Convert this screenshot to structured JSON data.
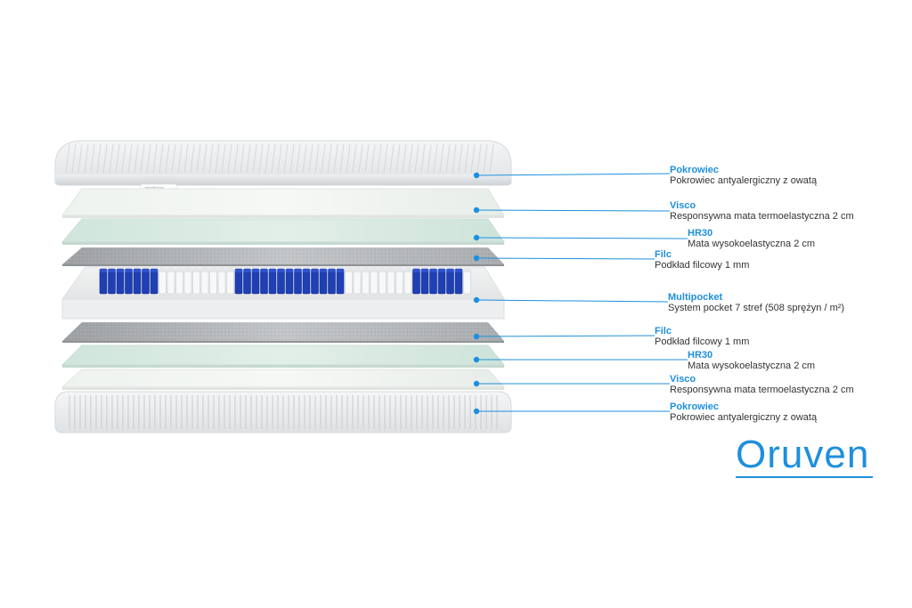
{
  "colors": {
    "accent": "#1e8fdc",
    "text": "#333333",
    "pocket_blue": "#1f3fb4"
  },
  "cover_tag": "matinee",
  "layers": [
    {
      "id": "cover-top",
      "title": "Pokrowiec",
      "desc": "Pokrowiec antyalergiczny z owatą",
      "material": "cover"
    },
    {
      "id": "visco-top",
      "title": "Visco",
      "desc": "Responsywna mata termoelastyczna 2 cm",
      "material": "visco"
    },
    {
      "id": "hr30-top",
      "title": "HR30",
      "desc": "Mata wysokoelastyczna 2 cm",
      "material": "hr30"
    },
    {
      "id": "filc-top",
      "title": "Filc",
      "desc": "Podkład filcowy 1 mm",
      "material": "felt"
    },
    {
      "id": "multipocket",
      "title": "Multipocket",
      "desc": "System pocket 7 stref (508 sprężyn / m²)",
      "material": "pocket"
    },
    {
      "id": "filc-bottom",
      "title": "Filc",
      "desc": "Podkład filcowy 1 mm",
      "material": "felt"
    },
    {
      "id": "hr30-bottom",
      "title": "HR30",
      "desc": "Mata wysokoelastyczna 2 cm",
      "material": "hr30"
    },
    {
      "id": "visco-bottom",
      "title": "Visco",
      "desc": "Responsywna mata termoelastyczna 2 cm",
      "material": "visco"
    },
    {
      "id": "cover-bottom",
      "title": "Pokrowiec",
      "desc": "Pokrowiec antyalergiczny z owatą",
      "material": "cover"
    }
  ],
  "brand": "Oruven"
}
